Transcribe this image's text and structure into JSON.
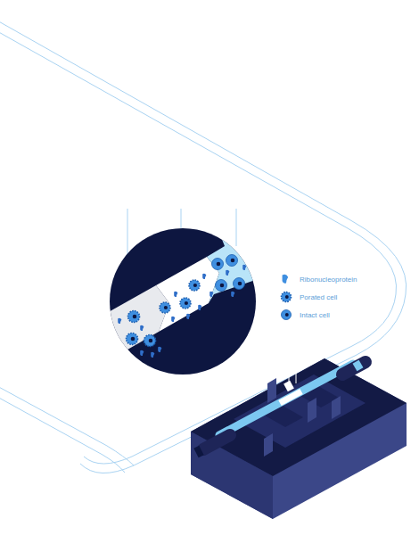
{
  "diagram": {
    "legend": [
      {
        "text": "Ribonucleoprotein"
      },
      {
        "text": "Porated cell"
      },
      {
        "text": "Intact cell"
      }
    ]
  }
}
